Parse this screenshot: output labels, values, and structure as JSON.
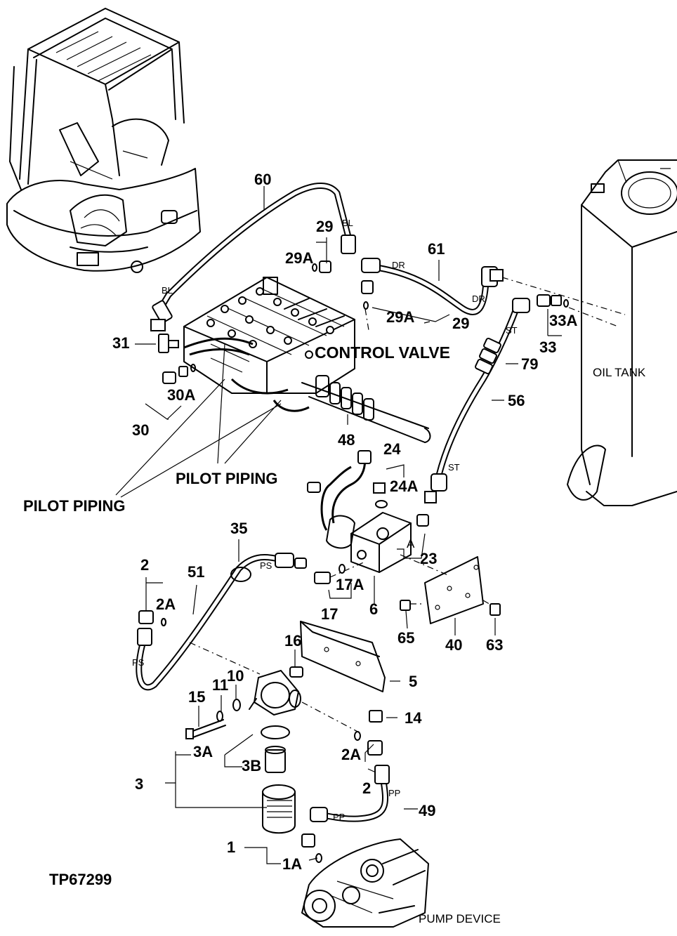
{
  "drawing_id": "TP67299",
  "captions": {
    "control_valve": "CONTROL VALVE",
    "oil_tank": "OIL TANK",
    "pilot_piping_center": "PILOT PIPING",
    "pilot_piping_left": "PILOT PIPING",
    "pump_device": "PUMP DEVICE"
  },
  "hose_tags": {
    "bl_top": "BL",
    "bl_left": "BL",
    "dr_top": "DR",
    "dr_right": "DR",
    "st_top": "ST",
    "st_bottom": "ST",
    "ps_top": "PS",
    "ps_left": "PS",
    "pp_right": "PP",
    "pp_left": "PP",
    "port_a": "A"
  },
  "callouts": {
    "c60": "60",
    "c29_top": "29",
    "c29a_top": "29A",
    "c61": "61",
    "c29a_right": "29A",
    "c29_right": "29",
    "c33a": "33A",
    "c33": "33",
    "c31": "31",
    "c30a": "30A",
    "c30": "30",
    "c79": "79",
    "c56": "56",
    "c48": "48",
    "c24": "24",
    "c24a": "24A",
    "c23": "23",
    "c35": "35",
    "c2_top": "2",
    "c51": "51",
    "c2a_top": "2A",
    "c17a": "17A",
    "c17": "17",
    "c6": "6",
    "c65": "65",
    "c40": "40",
    "c63": "63",
    "c16": "16",
    "c5": "5",
    "c15": "15",
    "c11": "11",
    "c10": "10",
    "c14": "14",
    "c3a": "3A",
    "c3b": "3B",
    "c3": "3",
    "c2a_bottom": "2A",
    "c2_bottom": "2",
    "c49": "49",
    "c1": "1",
    "c1a": "1A"
  }
}
